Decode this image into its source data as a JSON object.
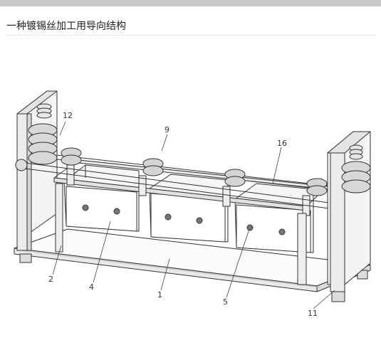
{
  "page": {
    "title": "一种镀锡丝加工用导向结构"
  },
  "figure": {
    "labels": [
      "12",
      "9",
      "16",
      "2",
      "4",
      "1",
      "5",
      "11"
    ]
  }
}
